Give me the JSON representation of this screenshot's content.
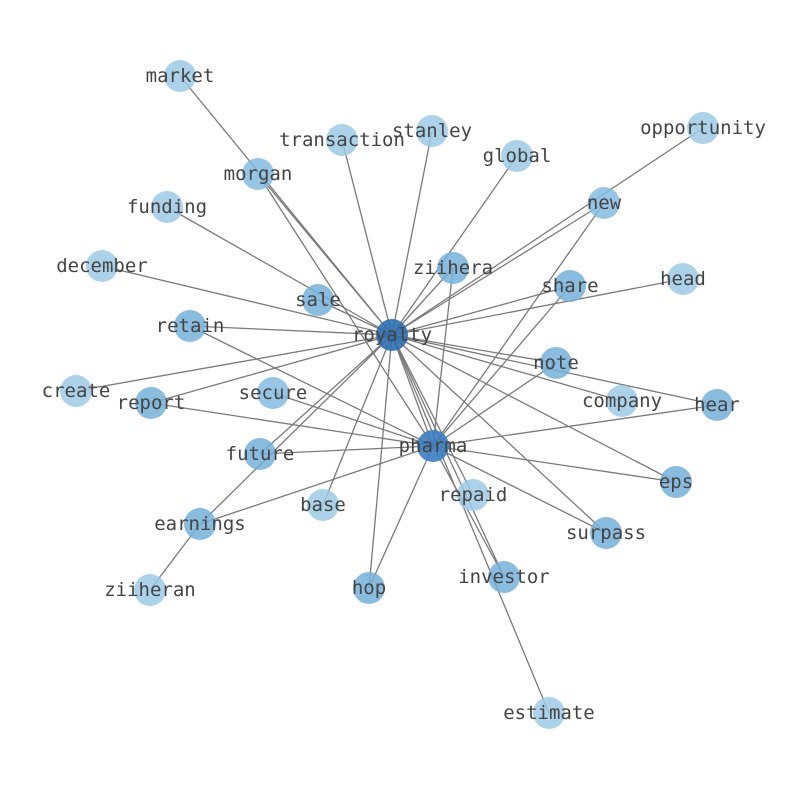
{
  "graph": {
    "nodes": [
      {
        "id": "royalty",
        "label": "royalty",
        "color": "#2f6fb0",
        "opacity": 0.9
      },
      {
        "id": "pharma",
        "label": "pharma",
        "color": "#3a7dc0",
        "opacity": 0.9
      },
      {
        "id": "market",
        "label": "market",
        "color": "#9ecae6",
        "opacity": 0.85
      },
      {
        "id": "transaction",
        "label": "transaction",
        "color": "#9ecae6",
        "opacity": 0.85
      },
      {
        "id": "stanley",
        "label": "stanley",
        "color": "#9ecae6",
        "opacity": 0.85
      },
      {
        "id": "global",
        "label": "global",
        "color": "#9ecae6",
        "opacity": 0.85
      },
      {
        "id": "opportunity",
        "label": "opportunity",
        "color": "#9ecae6",
        "opacity": 0.85
      },
      {
        "id": "morgan",
        "label": "morgan",
        "color": "#85bbe0",
        "opacity": 0.85
      },
      {
        "id": "funding",
        "label": "funding",
        "color": "#9ecae6",
        "opacity": 0.85
      },
      {
        "id": "new",
        "label": "new",
        "color": "#85bbe0",
        "opacity": 0.85
      },
      {
        "id": "december",
        "label": "december",
        "color": "#9ecae6",
        "opacity": 0.85
      },
      {
        "id": "ziihera",
        "label": "ziihera",
        "color": "#75b0db",
        "opacity": 0.85
      },
      {
        "id": "head",
        "label": "head",
        "color": "#9ecae6",
        "opacity": 0.85
      },
      {
        "id": "share",
        "label": "share",
        "color": "#75b0db",
        "opacity": 0.85
      },
      {
        "id": "sale",
        "label": "sale",
        "color": "#75b0db",
        "opacity": 0.85
      },
      {
        "id": "retain",
        "label": "retain",
        "color": "#75b0db",
        "opacity": 0.85
      },
      {
        "id": "note",
        "label": "note",
        "color": "#75b0db",
        "opacity": 0.85
      },
      {
        "id": "create",
        "label": "create",
        "color": "#9ecae6",
        "opacity": 0.85
      },
      {
        "id": "report",
        "label": "report",
        "color": "#75b0db",
        "opacity": 0.85
      },
      {
        "id": "secure",
        "label": "secure",
        "color": "#85bbe0",
        "opacity": 0.85
      },
      {
        "id": "company",
        "label": "company",
        "color": "#9ecae6",
        "opacity": 0.85
      },
      {
        "id": "hear",
        "label": "hear",
        "color": "#75b0db",
        "opacity": 0.85
      },
      {
        "id": "future",
        "label": "future",
        "color": "#75b0db",
        "opacity": 0.85
      },
      {
        "id": "repaid",
        "label": "repaid",
        "color": "#9ecae6",
        "opacity": 0.85
      },
      {
        "id": "eps",
        "label": "eps",
        "color": "#75b0db",
        "opacity": 0.85
      },
      {
        "id": "earnings",
        "label": "earnings",
        "color": "#75b0db",
        "opacity": 0.85
      },
      {
        "id": "base",
        "label": "base",
        "color": "#9ecae6",
        "opacity": 0.85
      },
      {
        "id": "surpass",
        "label": "surpass",
        "color": "#75b0db",
        "opacity": 0.85
      },
      {
        "id": "ziiheran",
        "label": "ziiheran",
        "color": "#9ecae6",
        "opacity": 0.85
      },
      {
        "id": "hop",
        "label": "hop",
        "color": "#75b0db",
        "opacity": 0.85
      },
      {
        "id": "investor",
        "label": "investor",
        "color": "#75b0db",
        "opacity": 0.85
      },
      {
        "id": "estimate",
        "label": "estimate",
        "color": "#9ecae6",
        "opacity": 0.85
      }
    ],
    "edges": [
      [
        "royalty",
        "market"
      ],
      [
        "royalty",
        "transaction"
      ],
      [
        "royalty",
        "stanley"
      ],
      [
        "royalty",
        "global"
      ],
      [
        "royalty",
        "opportunity"
      ],
      [
        "royalty",
        "morgan"
      ],
      [
        "royalty",
        "funding"
      ],
      [
        "royalty",
        "new"
      ],
      [
        "royalty",
        "december"
      ],
      [
        "royalty",
        "ziihera"
      ],
      [
        "royalty",
        "head"
      ],
      [
        "royalty",
        "share"
      ],
      [
        "royalty",
        "sale"
      ],
      [
        "royalty",
        "retain"
      ],
      [
        "royalty",
        "note"
      ],
      [
        "royalty",
        "create"
      ],
      [
        "royalty",
        "report"
      ],
      [
        "royalty",
        "company"
      ],
      [
        "royalty",
        "hear"
      ],
      [
        "royalty",
        "future"
      ],
      [
        "royalty",
        "repaid"
      ],
      [
        "royalty",
        "eps"
      ],
      [
        "royalty",
        "earnings"
      ],
      [
        "royalty",
        "base"
      ],
      [
        "royalty",
        "surpass"
      ],
      [
        "royalty",
        "hop"
      ],
      [
        "royalty",
        "investor"
      ],
      [
        "royalty",
        "estimate"
      ],
      [
        "royalty",
        "pharma"
      ],
      [
        "pharma",
        "morgan"
      ],
      [
        "pharma",
        "new"
      ],
      [
        "pharma",
        "ziihera"
      ],
      [
        "pharma",
        "share"
      ],
      [
        "pharma",
        "retain"
      ],
      [
        "pharma",
        "note"
      ],
      [
        "pharma",
        "report"
      ],
      [
        "pharma",
        "hear"
      ],
      [
        "pharma",
        "future"
      ],
      [
        "pharma",
        "eps"
      ],
      [
        "pharma",
        "earnings"
      ],
      [
        "pharma",
        "surpass"
      ],
      [
        "pharma",
        "hop"
      ],
      [
        "pharma",
        "investor"
      ],
      [
        "pharma",
        "secure"
      ],
      [
        "earnings",
        "ziiheran"
      ]
    ]
  }
}
